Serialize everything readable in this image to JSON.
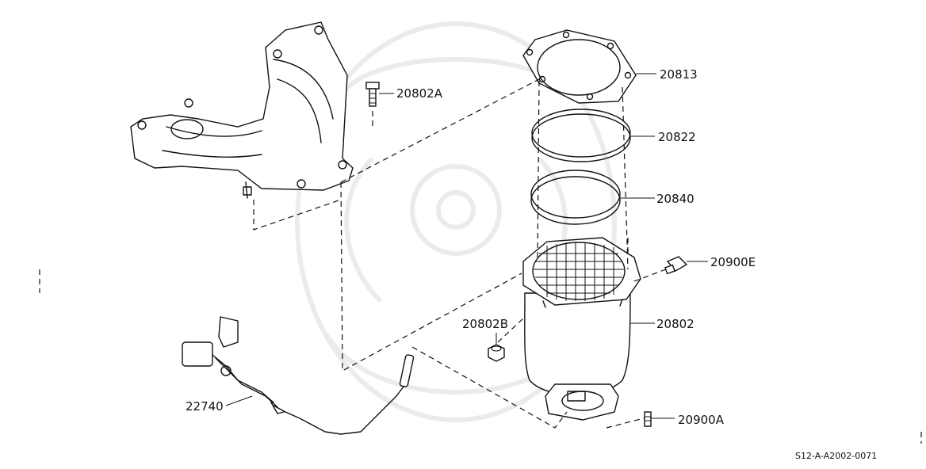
{
  "parts": {
    "p20813": "20813",
    "p20822": "20822",
    "p20840": "20840",
    "p20802A": "20802A",
    "p20900E": "20900E",
    "p20802B": "20802B",
    "p20802": "20802",
    "p20900A": "20900A",
    "p22740": "22740"
  },
  "diagram_code": "S12-A-A2002-0071"
}
